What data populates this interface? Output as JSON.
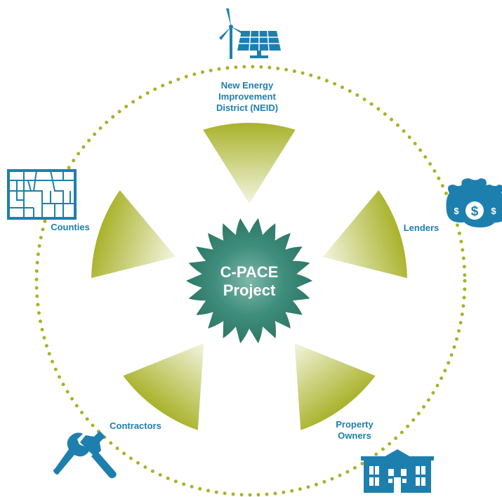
{
  "colors": {
    "blue": "#1d7fae",
    "green": "#a9b22a",
    "sun_core": "#3f8e7d",
    "sun_glow": "#c8d49a"
  },
  "center": {
    "line1": "C-PACE",
    "line2": "Project"
  },
  "nodes": [
    {
      "id": "neid",
      "lines": [
        "New Energy",
        "Improvement",
        "District (NEID)"
      ],
      "icon": "wind-solar-icon"
    },
    {
      "id": "lenders",
      "lines": [
        "Lenders"
      ],
      "icon": "money-bags-icon"
    },
    {
      "id": "owners",
      "lines": [
        "Property",
        "Owners"
      ],
      "icon": "building-icon"
    },
    {
      "id": "contractors",
      "lines": [
        "Contractors"
      ],
      "icon": "tools-icon"
    },
    {
      "id": "counties",
      "lines": [
        "Counties"
      ],
      "icon": "county-map-icon"
    }
  ]
}
